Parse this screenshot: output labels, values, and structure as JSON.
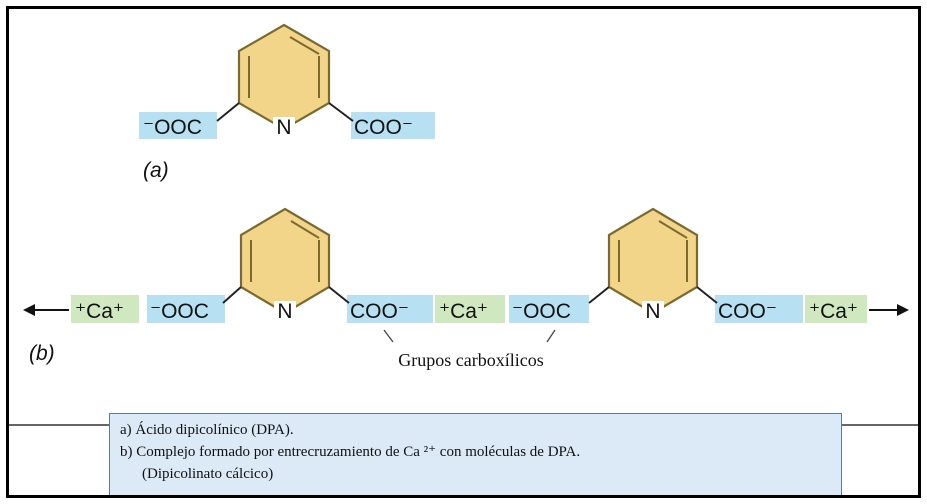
{
  "colors": {
    "ring_fill": "#f3d58a",
    "ring_stroke": "#7a6a30",
    "carboxylate_highlight": "#b7e1f2",
    "calcium_highlight": "#cfe8bf",
    "caption_bg": "#dbeaf6",
    "caption_border": "#5a7c9a"
  },
  "part_a": {
    "label": "(a)",
    "left_group": "⁻OOC",
    "ring_atom": "N",
    "right_group": "COO⁻"
  },
  "part_b": {
    "label": "(b)",
    "calcium_left": "⁺Ca⁺",
    "calcium_middle": "⁺Ca⁺",
    "calcium_right": "⁺Ca⁺",
    "molecule1_left_group": "⁻OOC",
    "molecule1_ring_atom": "N",
    "molecule1_right_group": "COO⁻",
    "molecule2_left_group": "⁻OOC",
    "molecule2_ring_atom": "N",
    "molecule2_right_group": "COO⁻",
    "annotation": "Grupos carboxílicos"
  },
  "caption": {
    "line_a": "a) Ácido dipicolínico (DPA).",
    "line_b": "b) Complejo formado por entrecruzamiento de Ca ²⁺ con moléculas de DPA.",
    "line_b2": "(Dipicolinato cálcico)"
  }
}
